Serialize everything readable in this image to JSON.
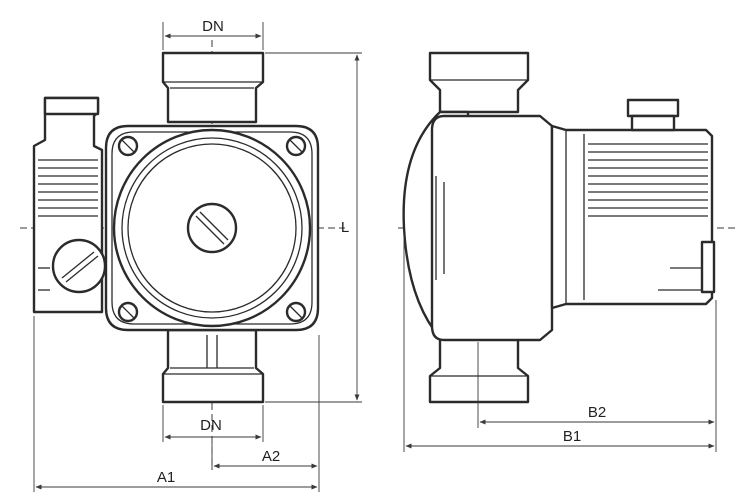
{
  "labels": {
    "dn_top": "DN",
    "dn_bottom": "DN",
    "length": "L",
    "a1": "A1",
    "a2": "A2",
    "b1": "B1",
    "b2": "B2"
  },
  "colors": {
    "line": "#2b2b2b",
    "background": "#ffffff"
  }
}
